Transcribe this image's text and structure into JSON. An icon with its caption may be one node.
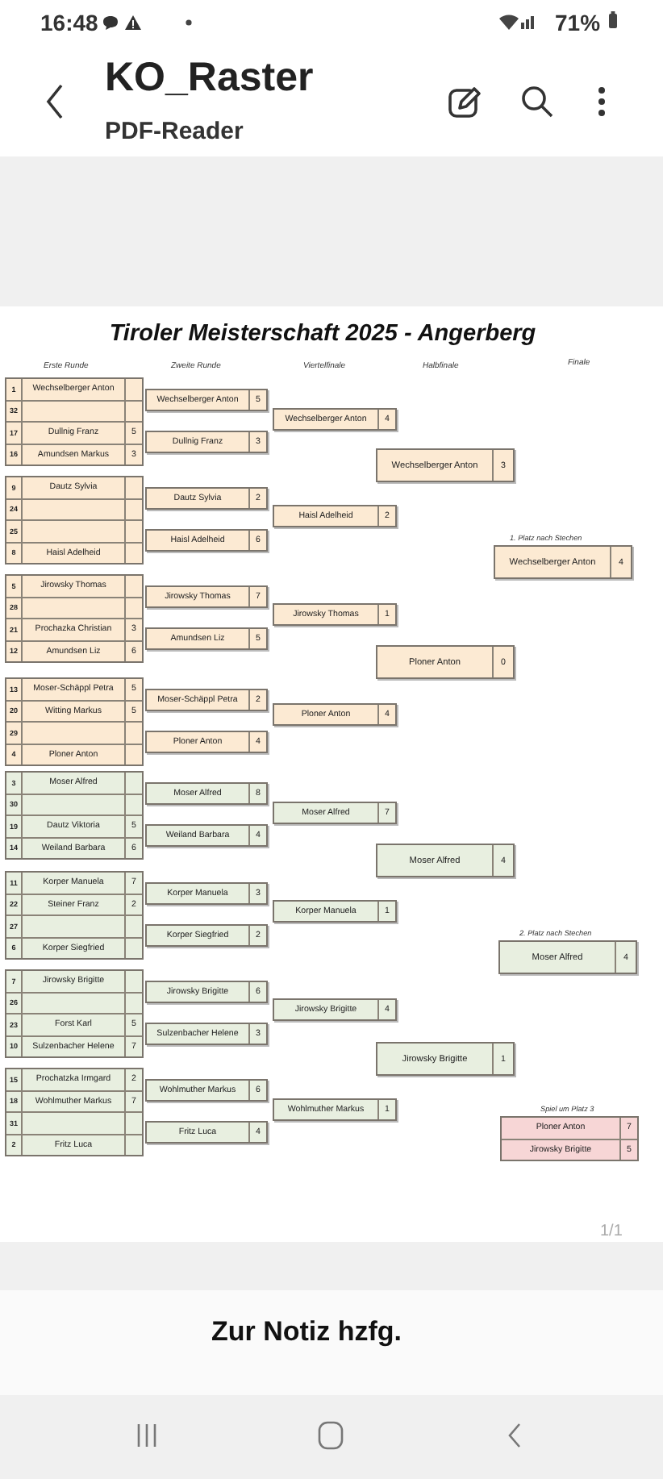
{
  "diagram": {
    "title": "Tiroler Meisterschaft 2025 - Angerberg",
    "nodes": [
      {
        "text": [],
        "shape": "box"
      },
      {
        "text": [
          "1",
          "Wechselberger Anton"
        ],
        "in": 0
      },
      {
        "text": [
          "32"
        ],
        "in": 0
      },
      {
        "text": [
          "17",
          "Dullnig Franz",
          "5"
        ],
        "in": 0
      },
      {
        "text": [
          "16",
          "Amundsen Markus",
          "3"
        ],
        "in": 0
      },
      {
        "text": [],
        "shape": "box"
      },
      {
        "text": [
          "9",
          "Dautz Sylvia"
        ],
        "in": 5
      },
      {
        "text": [
          "24"
        ],
        "in": 5
      },
      {
        "text": [
          "25"
        ],
        "in": 5
      },
      {
        "text": [
          "8",
          "Haisl Adelheid"
        ],
        "in": 5
      },
      {
        "text": [],
        "shape": "box"
      },
      {
        "text": [
          "5",
          "Jirowsky Thomas"
        ],
        "in": 10
      },
      {
        "text": [
          "28"
        ],
        "in": 10
      },
      {
        "text": [
          "21",
          "Prochazka Christian",
          "3"
        ],
        "in": 10
      },
      {
        "text": [
          "12",
          "Amundsen Liz",
          "6"
        ],
        "in": 10
      },
      {
        "text": [],
        "shape": "box"
      },
      {
        "text": [
          "13",
          "Moser-Schäppl Petra",
          "5"
        ],
        "in": 15
      },
      {
        "text": [
          "20",
          "Witting Markus",
          "5"
        ],
        "in": 15
      },
      {
        "text": [
          "29"
        ],
        "in": 15
      },
      {
        "text": [
          "4",
          "Ploner Anton"
        ],
        "in": 15
      },
      {
        "text": [],
        "shape": "box"
      },
      {
        "text": [
          "3",
          "Moser Alfred"
        ],
        "in": 20
      },
      {
        "text": [
          "30"
        ],
        "in": 20
      },
      {
        "text": [
          "19",
          "Dautz Viktoria",
          "5"
        ],
        "in": 20
      },
      {
        "text": [
          "14",
          "Weiland Barbara",
          "6"
        ],
        "in": 20
      },
      {
        "text": [],
        "shape": "box"
      },
      {
        "text": [
          "11",
          "Korper Manuela",
          "7"
        ],
        "in": 25
      },
      {
        "text": [
          "22",
          "Steiner Franz",
          "2"
        ],
        "in": 25
      },
      {
        "text": [
          "27"
        ],
        "in": 25
      },
      {
        "text": [
          "6",
          "Korper Siegfried"
        ],
        "in": 25
      },
      {
        "text": [],
        "shape": "box"
      },
      {
        "text": [
          "7",
          "Jirowsky Brigitte"
        ],
        "in": 30
      },
      {
        "text": [
          "26"
        ],
        "in": 30
      },
      {
        "text": [
          "23",
          "Forst Karl",
          "5"
        ],
        "in": 30
      },
      {
        "text": [
          "10",
          "Sulzenbacher Helene",
          "7"
        ],
        "in": 30
      },
      {
        "text": [],
        "shape": "box"
      },
      {
        "text": [
          "15",
          "Prochatzka Irmgard",
          "2"
        ],
        "in": 35
      },
      {
        "text": [
          "18",
          "Wohlmuther Markus",
          "7"
        ],
        "in": 35
      },
      {
        "text": [
          "31"
        ],
        "in": 35
      },
      {
        "text": [
          "2",
          "Fritz Luca"
        ],
        "in": 35
      },
      {
        "text": [
          "Wechselberger Anton",
          "5"
        ]
      },
      {
        "text": [
          "Dullnig Franz",
          "3"
        ]
      },
      {
        "text": [
          "Dautz Sylvia",
          "2"
        ]
      },
      {
        "text": [
          "Haisl Adelheid",
          "6"
        ]
      },
      {
        "text": [
          "Jirowsky Thomas",
          "7"
        ]
      },
      {
        "text": [
          "Amundsen Liz",
          "5"
        ]
      },
      {
        "text": [
          "Moser-Schäppl Petra",
          "2"
        ]
      },
      {
        "text": [
          "Ploner Anton",
          "4"
        ]
      },
      {
        "text": [
          "Moser Alfred",
          "8"
        ]
      },
      {
        "text": [
          "Weiland Barbara",
          "4"
        ]
      },
      {
        "text": [
          "Korper Manuela",
          "3"
        ]
      },
      {
        "text": [
          "Korper Siegfried",
          "2"
        ]
      },
      {
        "text": [
          "Jirowsky Brigitte",
          "6"
        ]
      },
      {
        "text": [
          "Sulzenbacher Helene",
          "3"
        ]
      },
      {
        "text": [
          "Wohlmuther Markus",
          "6"
        ]
      },
      {
        "text": [
          "Fritz Luca",
          "4"
        ]
      },
      {
        "text": [
          "Wechselberger Anton",
          "4"
        ]
      },
      {
        "text": [
          "Haisl Adelheid",
          "2"
        ]
      },
      {
        "text": [
          "Jirowsky Thomas",
          "1"
        ]
      },
      {
        "text": [
          "Ploner Anton",
          "4"
        ]
      },
      {
        "text": [
          "Moser Alfred",
          "7"
        ]
      },
      {
        "text": [
          "Korper Manuela",
          "1"
        ]
      },
      {
        "text": [
          "Jirowsky Brigitte",
          "4"
        ]
      },
      {
        "text": [
          "Wohlmuther Markus",
          "1"
        ]
      },
      {
        "text": [
          "Wechselberger Anton",
          "3"
        ]
      },
      {
        "text": [
          "Ploner Anton",
          "0"
        ]
      },
      {
        "text": [
          "Moser Alfred",
          "4"
        ]
      },
      {
        "text": [
          "Jirowsky Brigitte",
          "1"
        ]
      },
      {
        "text": [
          "Wechselberger Anton",
          "4"
        ],
        "beside": [
          "1. Platz nach Stechen"
        ]
      },
      {
        "text": [
          "Moser Alfred",
          "4"
        ],
        "beside": [
          "2. Platz nach Stechen"
        ]
      },
      {
        "text": [],
        "shape": "box",
        "beside": [
          "Spiel um Platz 3"
        ]
      },
      {
        "text": [
          "Ploner Anton",
          "7"
        ],
        "in": 70
      },
      {
        "text": [
          "Jirowsky Brigitte",
          "5"
        ],
        "in": 70
      }
    ],
    "labels": [
      "16:48",
      "71%",
      "KO_Raster",
      "PDF-Reader",
      "Erste Runde",
      "Zweite Runde",
      "Viertelfinale",
      "Halbfinale",
      "Finale",
      "1/1",
      "Zur Notiz hzfg."
    ]
  }
}
